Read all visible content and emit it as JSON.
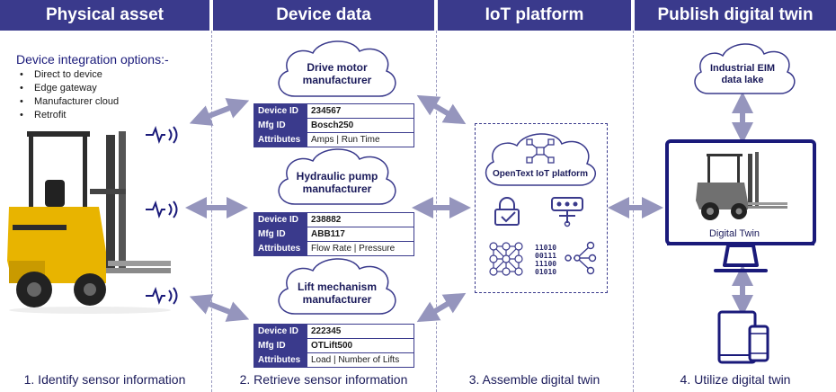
{
  "headers": [
    "Physical asset",
    "Device data",
    "IoT platform",
    "Publish digital twin"
  ],
  "footers": [
    "1. Identify sensor information",
    "2. Retrieve sensor information",
    "3. Assemble digital twin",
    "4. Utilize digital twin"
  ],
  "physical": {
    "options_title": "Device integration options:-",
    "options": [
      "Direct to device",
      "Edge gateway",
      "Manufacturer cloud",
      "Retrofit"
    ]
  },
  "devices": [
    {
      "name": "Drive motor\nmanufacturer",
      "rows": [
        {
          "k": "Device ID",
          "v": "234567"
        },
        {
          "k": "Mfg ID",
          "v": "Bosch250"
        },
        {
          "k": "Attributes",
          "v": "Amps | Run Time"
        }
      ]
    },
    {
      "name": "Hydraulic pump\nmanufacturer",
      "rows": [
        {
          "k": "Device ID",
          "v": "238882"
        },
        {
          "k": "Mfg ID",
          "v": "ABB117"
        },
        {
          "k": "Attributes",
          "v": "Flow Rate | Pressure"
        }
      ]
    },
    {
      "name": "Lift mechanism\nmanufacturer",
      "rows": [
        {
          "k": "Device ID",
          "v": "222345"
        },
        {
          "k": "Mfg ID",
          "v": "OTLift500"
        },
        {
          "k": "Attributes",
          "v": "Load | Number of Lifts"
        }
      ]
    }
  ],
  "iot": {
    "platform_label": "OpenText IoT platform",
    "binary": [
      "11010",
      "00111",
      "11100",
      "01010"
    ]
  },
  "publish": {
    "data_lake": "Industrial EIM\ndata lake",
    "screen_label": "Digital Twin"
  },
  "colors": {
    "navy": "#3a3a8c",
    "arrow": "#9595bd",
    "forklift_yellow": "#e8b400"
  }
}
